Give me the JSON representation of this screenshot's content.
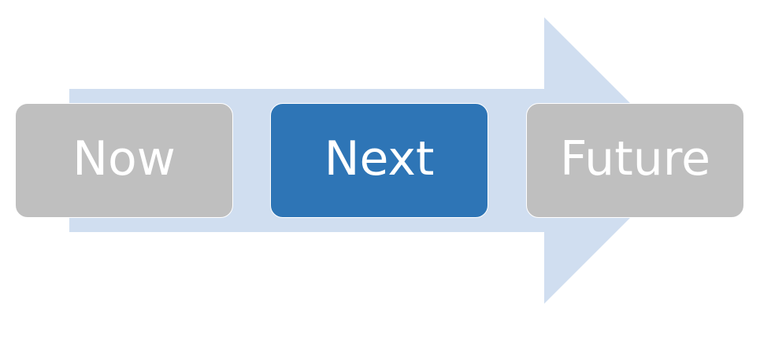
{
  "diagram": {
    "type": "process-arrow",
    "arrow_color": "#D0DEF0",
    "steps": [
      {
        "label": "Now",
        "color": "#BFBFBF",
        "active": false
      },
      {
        "label": "Next",
        "color": "#2E75B6",
        "active": true
      },
      {
        "label": "Future",
        "color": "#BFBFBF",
        "active": false
      }
    ]
  }
}
